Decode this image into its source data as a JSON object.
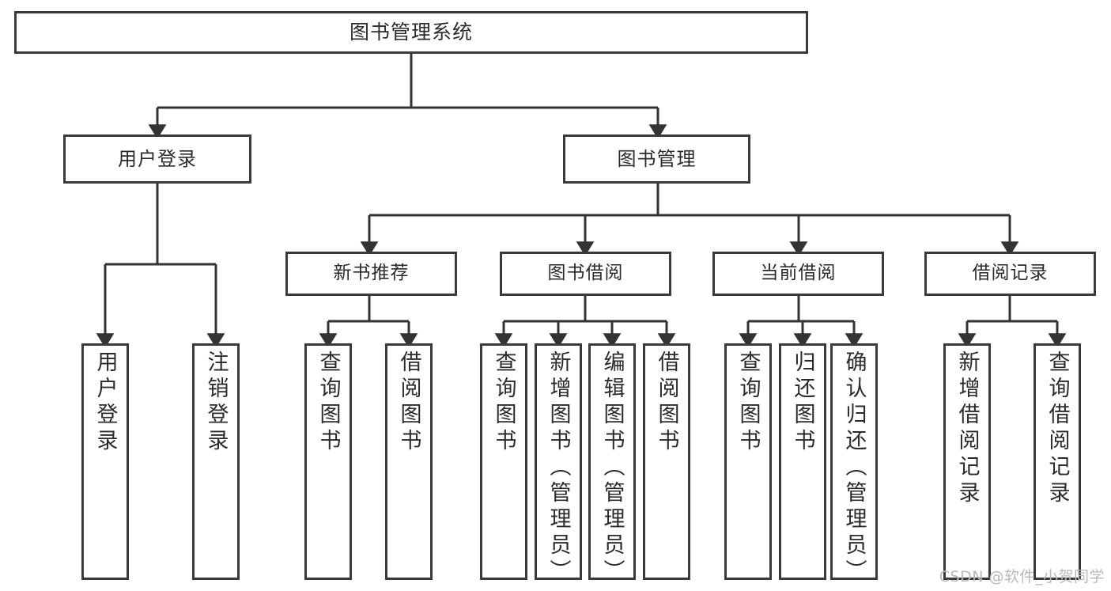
{
  "diagram": {
    "type": "tree-hierarchy-chart",
    "title": "图书管理系统",
    "watermark": "CSDN @软件_小贺同学",
    "colors": {
      "box_border": "#3a3a3a",
      "box_fill": "#ffffff",
      "edge": "#333333",
      "text": "#2b2b2b",
      "watermark": "#b9b9b9",
      "background": "#ffffff"
    },
    "nodes": {
      "root": {
        "label": "图书管理系统"
      },
      "level2": [
        {
          "label": "用户登录"
        },
        {
          "label": "图书管理"
        }
      ],
      "level3": [
        {
          "label": "新书推荐"
        },
        {
          "label": "图书借阅"
        },
        {
          "label": "当前借阅"
        },
        {
          "label": "借阅记录"
        }
      ],
      "leaves": {
        "user_login": [
          {
            "label": "用户登录"
          },
          {
            "label": "注销登录"
          }
        ],
        "new_book_recommend": [
          {
            "label": "查询图书"
          },
          {
            "label": "借阅图书"
          }
        ],
        "book_borrow": [
          {
            "label": "查询图书"
          },
          {
            "label": "新增图书（管理员）"
          },
          {
            "label": "编辑图书（管理员）"
          },
          {
            "label": "借阅图书"
          }
        ],
        "current_borrow": [
          {
            "label": "查询图书"
          },
          {
            "label": "归还图书"
          },
          {
            "label": "确认归还（管理员）"
          }
        ],
        "borrow_record": [
          {
            "label": "新增借阅记录"
          },
          {
            "label": "查询借阅记录"
          }
        ]
      }
    }
  }
}
